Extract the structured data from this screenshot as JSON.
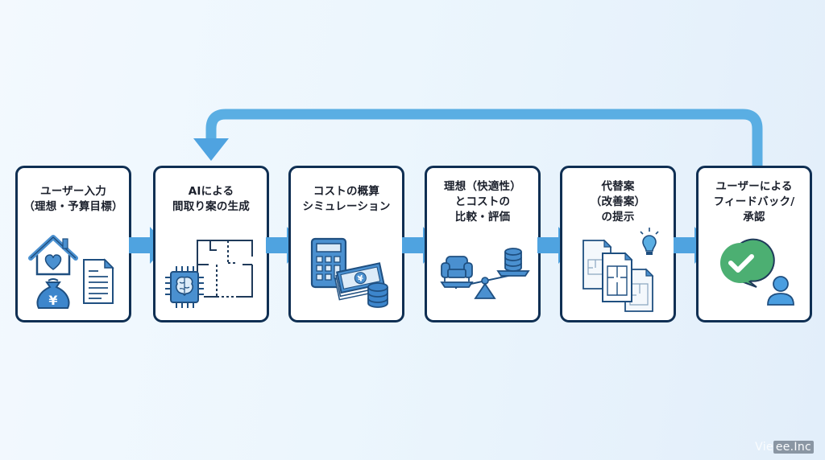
{
  "diagram": {
    "type": "process-flow",
    "steps": [
      {
        "id": "user-input",
        "title": "ユーザー入力\n（理想・予算目標）",
        "icons": [
          "house-heart-icon",
          "money-bag-yen-icon",
          "document-icon"
        ]
      },
      {
        "id": "ai-generation",
        "title": "AIによる\n間取り案の生成",
        "icons": [
          "ai-chip-brain-icon",
          "floor-plan-icon"
        ]
      },
      {
        "id": "cost-simulation",
        "title": "コストの概算\nシミュレーション",
        "icons": [
          "calculator-icon",
          "yen-bills-icon",
          "coin-stack-icon"
        ]
      },
      {
        "id": "comparison",
        "title": "理想（快適性）\nとコストの\n比較・評価",
        "icons": [
          "armchair-icon",
          "coin-stack-icon",
          "balance-scale-icon"
        ]
      },
      {
        "id": "alternatives",
        "title": "代替案\n（改善案）\nの提示",
        "icons": [
          "floor-plan-documents-icon",
          "light-bulb-icon"
        ]
      },
      {
        "id": "feedback",
        "title": "ユーザーによる\nフィードバック/\n承認",
        "icons": [
          "check-speech-bubble-icon",
          "user-icon"
        ]
      }
    ],
    "connections": [
      {
        "from": "user-input",
        "to": "ai-generation"
      },
      {
        "from": "ai-generation",
        "to": "cost-simulation"
      },
      {
        "from": "cost-simulation",
        "to": "comparison"
      },
      {
        "from": "comparison",
        "to": "alternatives"
      },
      {
        "from": "alternatives",
        "to": "feedback"
      },
      {
        "from": "feedback",
        "to": "ai-generation",
        "kind": "feedback-loop"
      }
    ],
    "colors": {
      "border": "#0f2f53",
      "arrow": "#4fa3e0",
      "icon_fill": "#4a90d0",
      "icon_light": "#dcebf8",
      "check_green": "#4caf72"
    }
  },
  "watermark": {
    "text": "Vie",
    "badge": "ee.Inc"
  }
}
